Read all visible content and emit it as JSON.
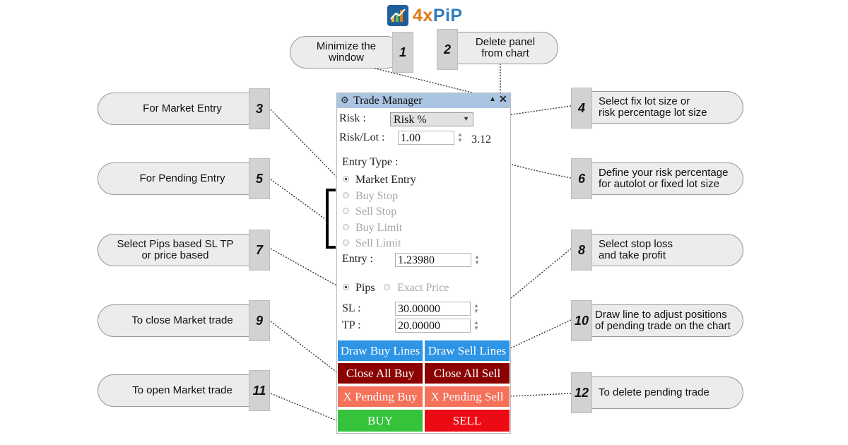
{
  "logo": {
    "text_a": "4x",
    "text_b": "PiP"
  },
  "panel": {
    "title": "Trade Manager",
    "risk_label": "Risk :",
    "risk_select": "Risk %",
    "risklot_label": "Risk/Lot :",
    "risklot_value": "1.00",
    "lot_result": "3.12",
    "entry_type_label": "Entry Type :",
    "entry_types": [
      "Market Entry",
      "Buy Stop",
      "Sell Stop",
      "Buy Limit",
      "Sell Limit"
    ],
    "entry_label": "Entry :",
    "entry_value": "1.23980",
    "mode_pips": "Pips",
    "mode_exact": "Exact Price",
    "sl_label": "SL :",
    "sl_value": "30.00000",
    "tp_label": "TP :",
    "tp_value": "20.00000",
    "buttons": {
      "draw_buy": "Draw Buy Lines",
      "draw_sell": "Draw Sell Lines",
      "close_buy": "Close All Buy",
      "close_sell": "Close All Sell",
      "pending_buy": "X Pending Buy",
      "pending_sell": "X Pending Sell",
      "buy": "BUY",
      "sell": "SELL"
    }
  },
  "callouts": {
    "c1": {
      "num": "1",
      "line1": "Minimize the",
      "line2": "window"
    },
    "c2": {
      "num": "2",
      "line1": "Delete panel",
      "line2": "from chart"
    },
    "c3": {
      "num": "3",
      "text": "For Market Entry"
    },
    "c4": {
      "num": "4",
      "line1": "Select fix lot size or",
      "line2": "risk percentage lot size"
    },
    "c5": {
      "num": "5",
      "text": "For Pending Entry"
    },
    "c6": {
      "num": "6",
      "line1": "Define your risk percentage",
      "line2": "for autolot or fixed lot size"
    },
    "c7": {
      "num": "7",
      "line1": "Select Pips based SL TP",
      "line2": "or price based"
    },
    "c8": {
      "num": "8",
      "line1": "Select stop loss",
      "line2": "and take profit"
    },
    "c9": {
      "num": "9",
      "text": "To close Market trade"
    },
    "c10": {
      "num": "10",
      "line1": "Draw line to adjust positions",
      "line2": "of pending trade on the chart"
    },
    "c11": {
      "num": "11",
      "text": "To open Market trade"
    },
    "c12": {
      "num": "12",
      "text": "To delete pending trade"
    }
  },
  "colors": {
    "titlebar": "#aac4e1",
    "draw_buttons": "#2d94e6",
    "close_buttons": "#8b0000",
    "pending_buttons": "#f4715a",
    "buy_button": "#34c33b",
    "sell_button": "#ec0b14"
  }
}
